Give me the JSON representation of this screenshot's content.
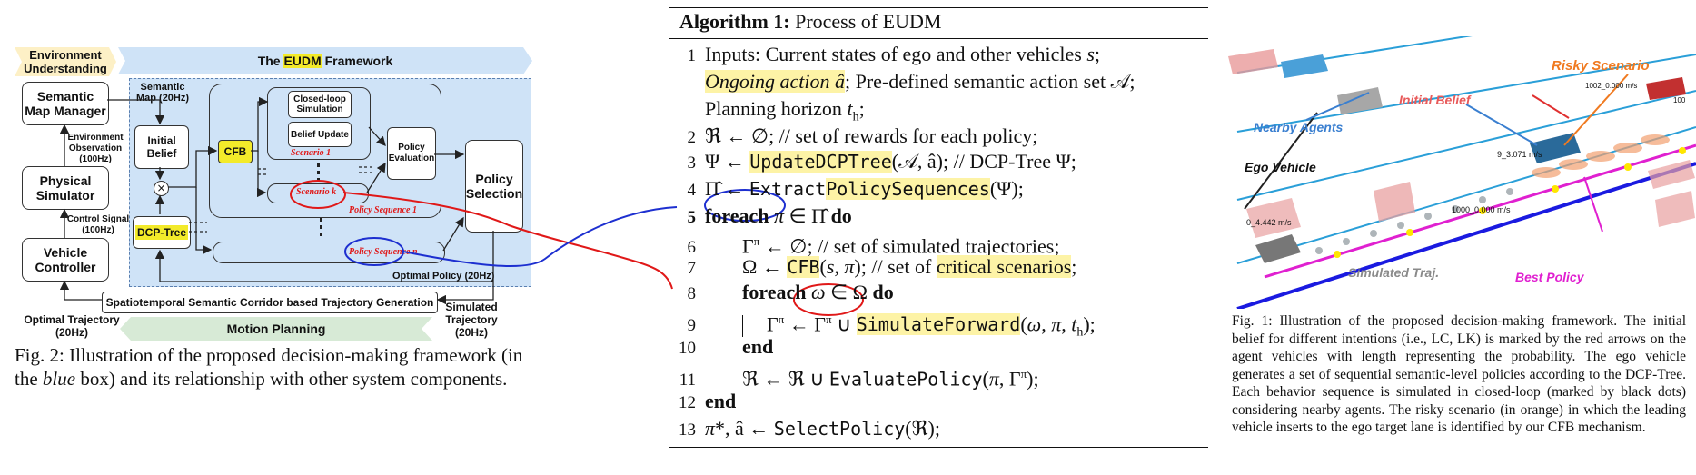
{
  "fig2": {
    "env_understanding": "Environment Understanding",
    "framework_prefix": "The ",
    "framework_hl": "EUDM",
    "framework_suffix": " Framework",
    "semantic_map_manager": "Semantic Map Manager",
    "physical_simulator": "Physical Simulator",
    "vehicle_controller": "Vehicle Controller",
    "semantic_map_label": "Semantic Map (20Hz)",
    "env_observation": "Environment Observation (100Hz)",
    "control_signal": "Control Signal (100Hz)",
    "initial_belief": "Initial Belief",
    "dcp_tree": "DCP-Tree",
    "cfb": "CFB",
    "closed_loop": "Closed-loop Simulation",
    "belief_update": "Belief Update",
    "scenario_1": "Scenario 1",
    "scenario_k": "Scenario k",
    "policy_sequence_1": "Policy Sequence 1",
    "policy_sequence_n": "Policy Sequence n",
    "policy_evaluation": "Policy Evaluation",
    "policy_selection": "Policy Selection",
    "optimal_policy": "Optimal Policy (20Hz)",
    "ssc": "Spatiotemporal Semantic Corridor based Trajectory Generation",
    "optimal_trajectory": "Optimal Trajectory (20Hz)",
    "motion_planning": "Motion Planning",
    "simulated_trajectory": "Simulated Trajectory (20Hz)",
    "caption_line1": "Fig. 2: Illustration of the proposed decision-making framework (in",
    "caption_line2_a": "the ",
    "caption_line2_b": "blue",
    "caption_line2_c": " box) and its relationship with other system components."
  },
  "algorithm": {
    "title_bold": "Algorithm 1:",
    "title_rest": " Process of EUDM",
    "lines": [
      {
        "n": "1",
        "text": "Inputs: Current states of ego and other vehicles s;"
      },
      {
        "n": "",
        "text": "Ongoing action â; Pre-defined semantic action set 𝒜;"
      },
      {
        "n": "",
        "text": "Planning horizon tₕ;"
      },
      {
        "n": "2",
        "text": "ℜ ← ∅; // set of rewards for each policy;"
      },
      {
        "n": "3",
        "text": "Ψ ← UpdateDCPTree(𝒜, â); // DCP-Tree Ψ;"
      },
      {
        "n": "4",
        "text": "Π̂ ← ExtractPolicySequences(Ψ);"
      },
      {
        "n": "5",
        "text": "foreach π ∈ Π̂ do"
      },
      {
        "n": "6",
        "text": "Γ^π ← ∅; // set of simulated trajectories;"
      },
      {
        "n": "7",
        "text": "Ω ← CFB(s, π); // set of critical scenarios;"
      },
      {
        "n": "8",
        "text": "foreach ω ∈ Ω do"
      },
      {
        "n": "9",
        "text": "Γ^π ← Γ^π ∪ SimulateForward(ω, π, tₕ);"
      },
      {
        "n": "10",
        "text": "end"
      },
      {
        "n": "11",
        "text": "ℜ ← ℜ ∪ EvaluatePolicy(π, Γ^π);"
      },
      {
        "n": "12",
        "text": "end"
      },
      {
        "n": "13",
        "text": "π*, â ← SelectPolicy(ℜ);"
      }
    ]
  },
  "fig1": {
    "risky_scenario": "Risky Scenario",
    "initial_belief": "Initial Belief",
    "nearby_agents": "Nearby Agents",
    "ego_vehicle": "Ego Vehicle",
    "simulated_traj": "Simulated Traj.",
    "best_policy": "Best Policy",
    "speed_1": "9_3.071  m/s",
    "speed_2": "1002_0.000  m/s",
    "speed_3": "1000_0.000  m/s",
    "speed_4": "0_4.442  m/s",
    "tiny_1": "100",
    "caption": "Fig. 1: Illustration of the proposed decision-making framework. The initial belief for different intentions (i.e., LC, LK) is marked by the red arrows on the agent vehicles with length representing the probability. The ego vehicle generates a set of sequential semantic-level policies according to the DCP-Tree. Each behavior sequence is simulated in closed-loop (marked by black dots) considering nearby agents. The risky scenario (in orange) in which the leading vehicle inserts to the ego target lane is identified by our CFB mechanism."
  },
  "colors": {
    "framework_blue": "#cfe3f7",
    "env_yellow": "#fdf0c6",
    "motion_green": "#d7ead6",
    "highlight_yellow": "#fdf3a6",
    "annotation_red": "#e01818",
    "annotation_blue": "#1d2fd0",
    "risky_orange": "#f07a20",
    "best_magenta": "#e020d0"
  }
}
